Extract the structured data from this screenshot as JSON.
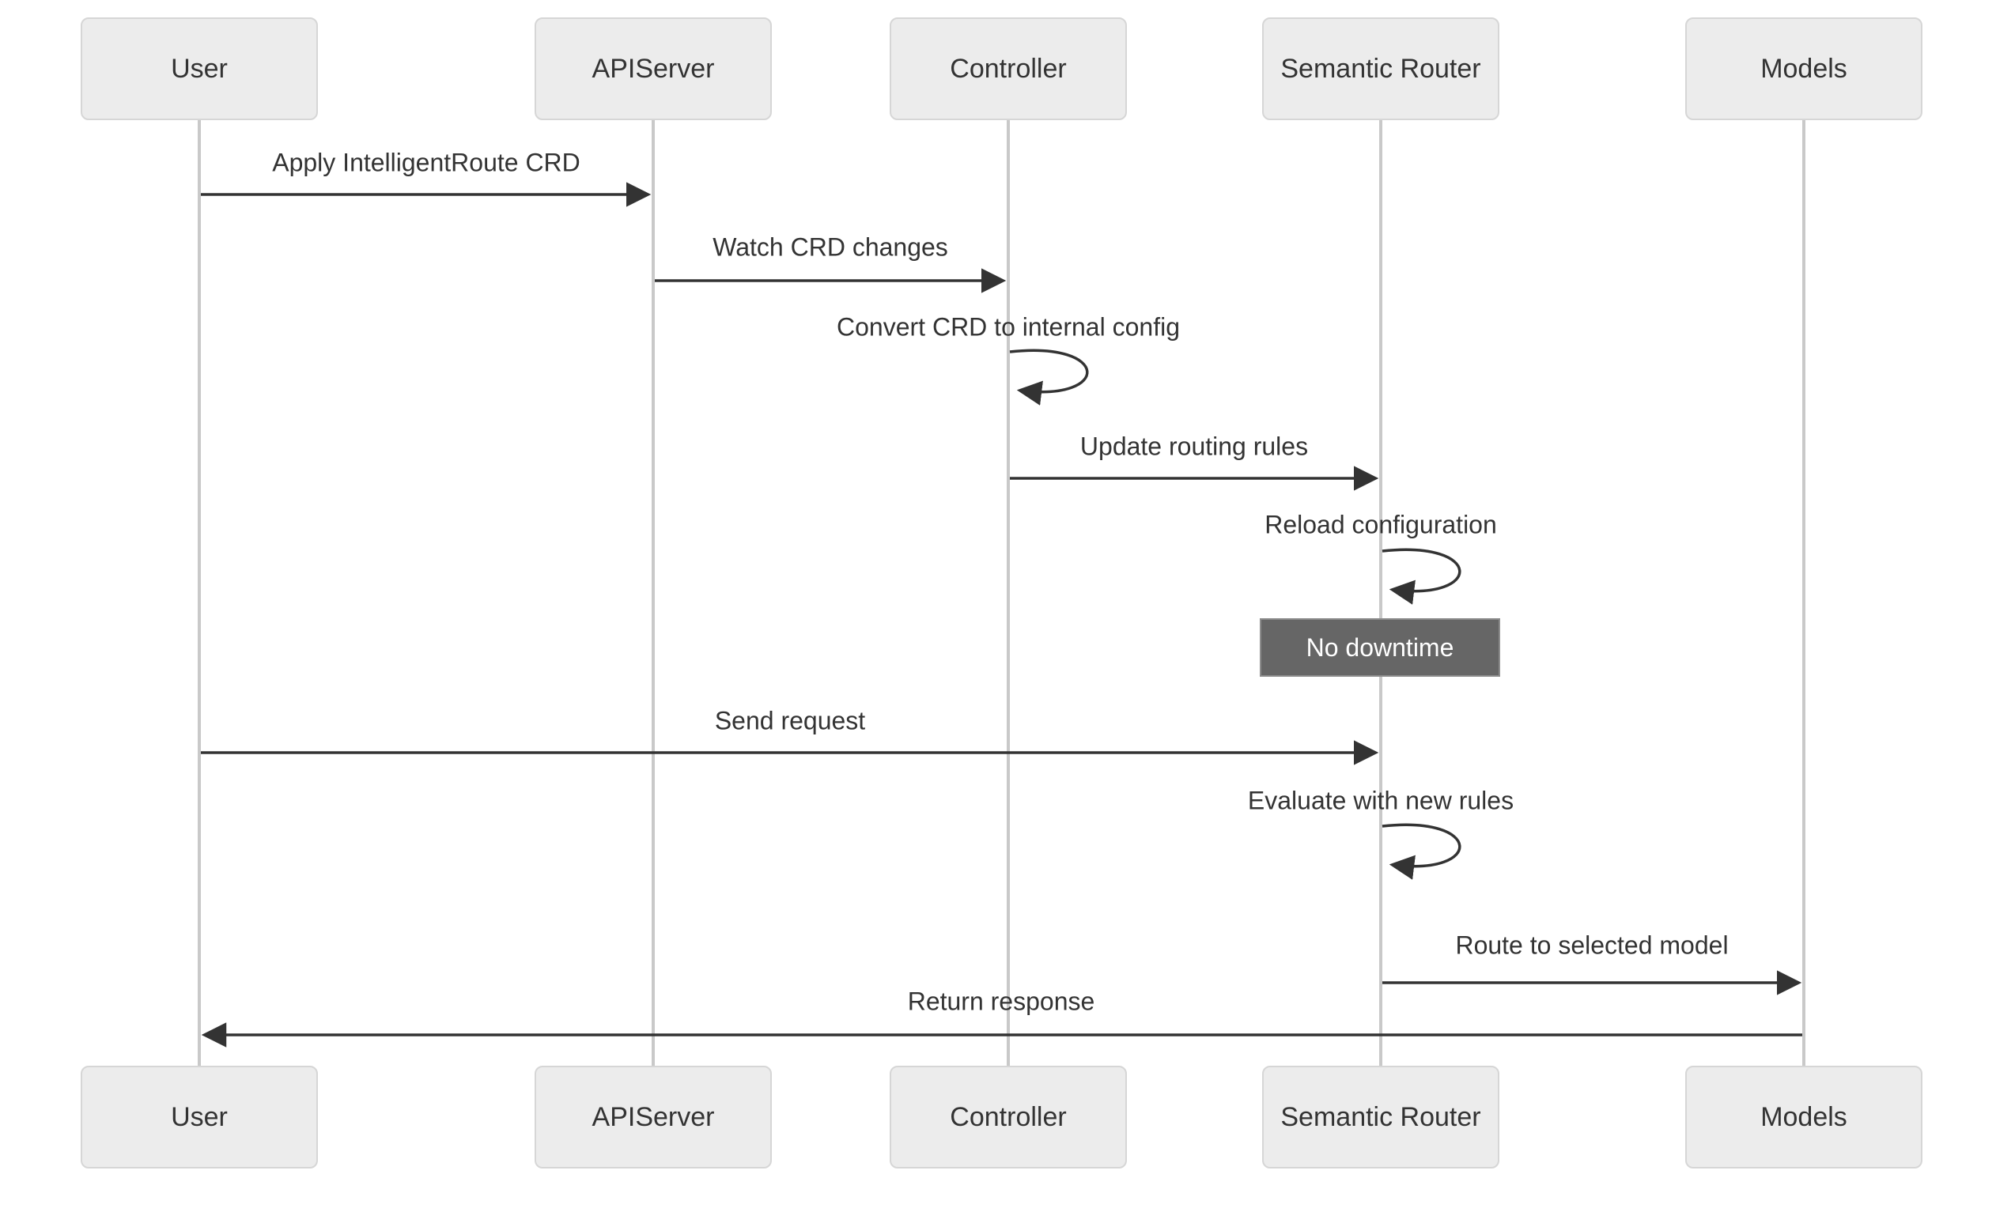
{
  "diagram": {
    "type": "sequence-diagram",
    "background": "#ffffff",
    "actors": [
      {
        "id": "user",
        "label": "User"
      },
      {
        "id": "apiserver",
        "label": "APIServer"
      },
      {
        "id": "controller",
        "label": "Controller"
      },
      {
        "id": "semantic-router",
        "label": "Semantic Router"
      },
      {
        "id": "models",
        "label": "Models"
      }
    ],
    "messages": [
      {
        "from": "User",
        "to": "APIServer",
        "type": "solid-arrow",
        "label": "Apply IntelligentRoute CRD"
      },
      {
        "from": "APIServer",
        "to": "Controller",
        "type": "solid-arrow",
        "label": "Watch CRD changes"
      },
      {
        "from": "Controller",
        "to": "Controller",
        "type": "self-loop",
        "label": "Convert CRD to internal config"
      },
      {
        "from": "Controller",
        "to": "Semantic Router",
        "type": "solid-arrow",
        "label": "Update routing rules"
      },
      {
        "from": "Semantic Router",
        "to": "Semantic Router",
        "type": "self-loop",
        "label": "Reload configuration"
      },
      {
        "from": "User",
        "to": "Semantic Router",
        "type": "solid-arrow",
        "label": "Send request"
      },
      {
        "from": "Semantic Router",
        "to": "Semantic Router",
        "type": "self-loop",
        "label": "Evaluate with new rules"
      },
      {
        "from": "Semantic Router",
        "to": "Models",
        "type": "solid-arrow",
        "label": "Route to selected model"
      },
      {
        "from": "Models",
        "to": "User",
        "type": "solid-arrow",
        "label": "Return response"
      }
    ],
    "note": {
      "over": "Semantic Router",
      "label": "No downtime"
    },
    "colors": {
      "actor_fill": "#ececec",
      "actor_border": "#d6d6d6",
      "lifeline": "#c9c9c9",
      "arrow": "#333333",
      "text": "#333333",
      "note_fill": "#666666",
      "note_border": "#8c8c8c",
      "note_text": "#ffffff"
    }
  }
}
